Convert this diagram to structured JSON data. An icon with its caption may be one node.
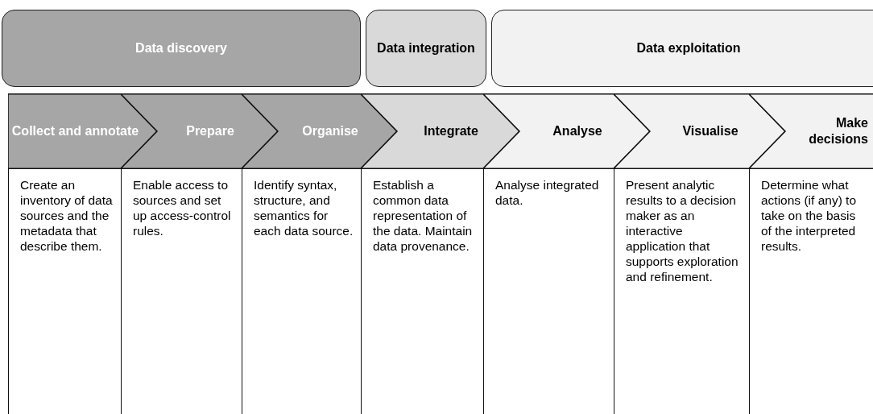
{
  "diagram": {
    "nodes": [
      {
        "text": [
          "Data discovery"
        ]
      },
      {
        "text": [
          "Data integration"
        ]
      },
      {
        "text": [
          "Data exploitation"
        ]
      },
      {
        "text": [
          "Collect and annotate"
        ]
      },
      {
        "text": [
          "Prepare"
        ]
      },
      {
        "text": [
          "Organise"
        ]
      },
      {
        "text": [
          "Integrate"
        ]
      },
      {
        "text": [
          "Analyse"
        ]
      },
      {
        "text": [
          "Visualise"
        ]
      },
      {
        "text": [
          "Make decisions"
        ]
      },
      {
        "text": [
          "Create an inventory of data sources and the metadata that describe them."
        ]
      },
      {
        "text": [
          "Enable access to sources and set up access-control rules."
        ]
      },
      {
        "text": [
          "Identify syntax, structure, and semantics for each data source."
        ]
      },
      {
        "text": [
          "Establish a common data representation of the data. Maintain data provenance."
        ]
      },
      {
        "text": [
          "Analyse integrated data."
        ]
      },
      {
        "text": [
          "Present analytic results to a decision maker as an interactive application that supports exploration and refinement."
        ]
      },
      {
        "text": [
          "Determine what actions (if any) to take on the basis of the interpreted results."
        ]
      }
    ]
  }
}
